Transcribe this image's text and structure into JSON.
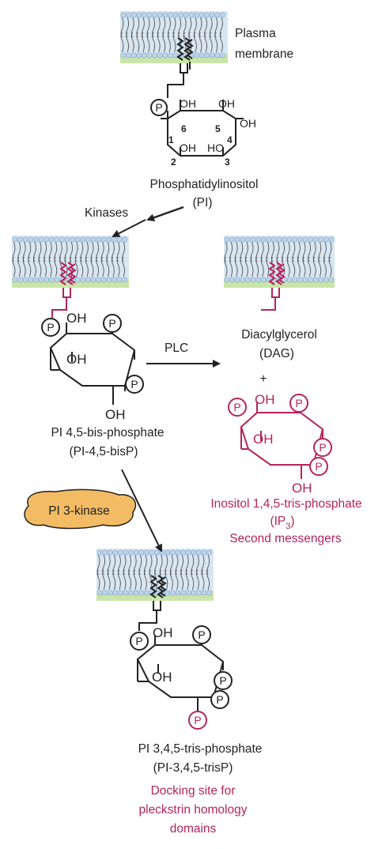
{
  "colors": {
    "membrane_head": "#bcd4ec",
    "membrane_tail_band": "#d8e6f2",
    "membrane_inner": "#c9e6a8",
    "pink": "#b5245c",
    "black": "#222222",
    "kinase_blob": "#f3bc64"
  },
  "labels": {
    "plasma_membrane_line1": "Plasma",
    "plasma_membrane_line2": "membrane",
    "pi_line1": "Phosphatidylinositol",
    "pi_line2": "(PI)",
    "kinases": "Kinases",
    "plc": "PLC",
    "dag_line1": "Diacylglycerol",
    "dag_line2": "(DAG)",
    "plus": "+",
    "pip2_line1": "PI 4,5-bis-phosphate",
    "pip2_line2": "(PI-4,5-bisP)",
    "ip3_line1": "Inositol 1,4,5-tris-phosphate",
    "ip3_line2_base": "(IP",
    "ip3_line2_sub": "3",
    "ip3_line2_end": ")",
    "ip3_line3": "Second messengers",
    "pi3k": "PI 3-kinase",
    "pip3_line1": "PI 3,4,5-tris-phosphate",
    "pip3_line2": "(PI-3,4,5-trisP)",
    "docking_line1": "Docking site for",
    "docking_line2": "pleckstrin homology",
    "docking_line3": "domains"
  },
  "chem": {
    "p": "P",
    "oh": "OH",
    "ho": "HO",
    "ring_numbers": [
      "1",
      "2",
      "3",
      "4",
      "5",
      "6"
    ]
  }
}
